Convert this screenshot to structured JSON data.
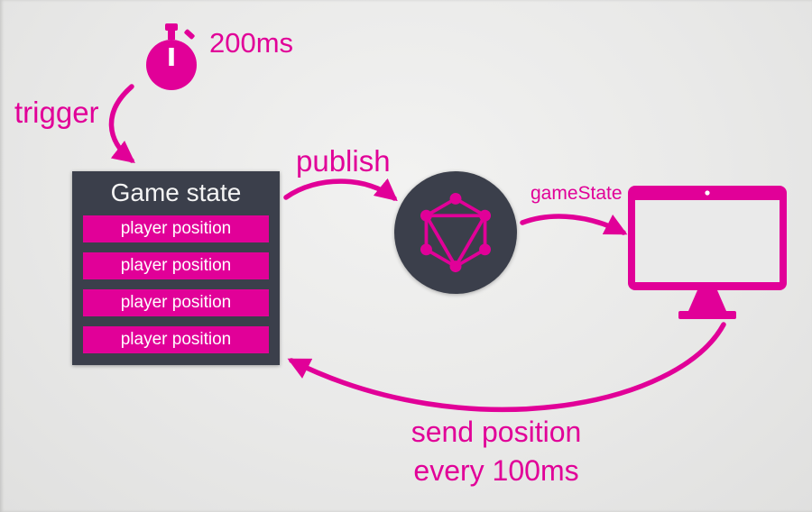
{
  "colors": {
    "accent": "#e10098",
    "dark": "#3b3f4b",
    "background": "#eaeaea",
    "text_on_dark": "#f4f4f4"
  },
  "timer": {
    "icon": "stopwatch-icon",
    "interval_label": "200ms"
  },
  "labels": {
    "trigger": "trigger",
    "publish": "publish",
    "topic": "gameState",
    "return_line1": "send position",
    "return_line2": "every 100ms"
  },
  "game_state": {
    "title": "Game state",
    "rows": [
      "player position",
      "player position",
      "player position",
      "player position"
    ]
  },
  "nodes": {
    "broker_icon": "graphql-logo-icon",
    "client_icon": "monitor-icon"
  }
}
